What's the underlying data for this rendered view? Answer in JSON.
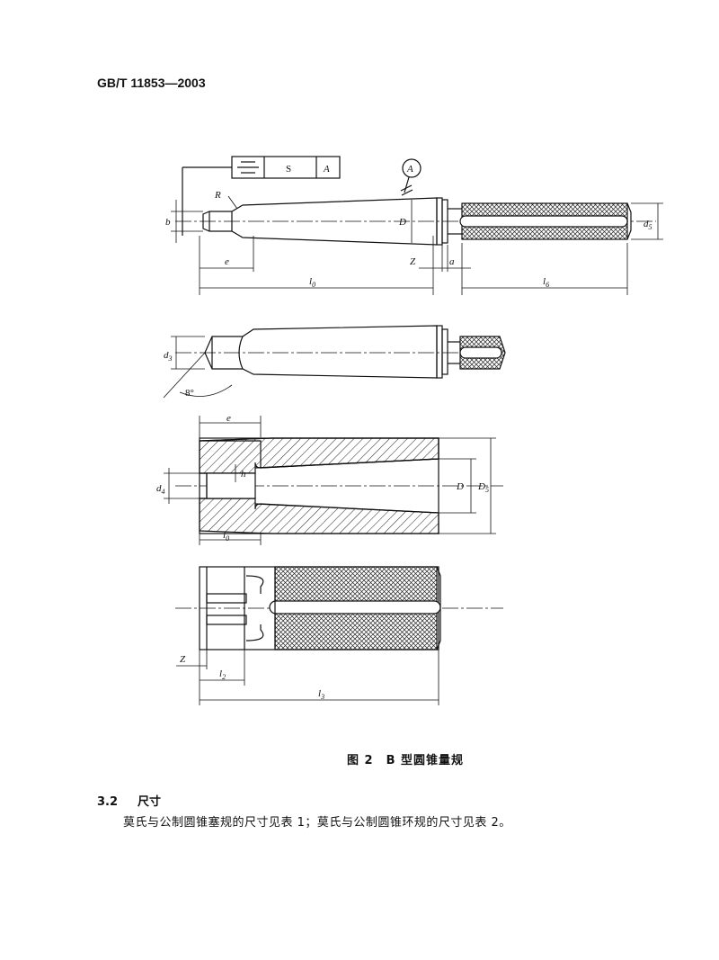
{
  "header": {
    "standard_number": "GB/T 11853—2003"
  },
  "figure": {
    "caption": "图 2　B 型圆锥量规",
    "feature_frame": {
      "symbol": "symmetry",
      "tolerance": "S",
      "datum": "A"
    },
    "datum_marker": "A",
    "labels": {
      "R": "R",
      "b": "b",
      "D": "D",
      "d5": "d",
      "d5_sub": "5",
      "e": "e",
      "Z": "Z",
      "a": "a",
      "l0": "l",
      "l0_sub": "0",
      "l6": "l",
      "l6_sub": "6",
      "d3": "d",
      "d3_sub": "3",
      "angle": "8°",
      "e2": "e",
      "h": "h",
      "d4": "d",
      "d4_sub": "4",
      "D2": "D",
      "D5": "D",
      "D5_sub": "5",
      "l0b": "l",
      "l0b_sub": "0",
      "Z2": "Z",
      "l2": "l",
      "l2_sub": "2",
      "l3": "l",
      "l3_sub": "3"
    }
  },
  "section": {
    "number": "3.2",
    "title": "尺寸",
    "text": "莫氏与公制圆锥塞规的尺寸见表 1；莫氏与公制圆锥环规的尺寸见表 2。"
  }
}
